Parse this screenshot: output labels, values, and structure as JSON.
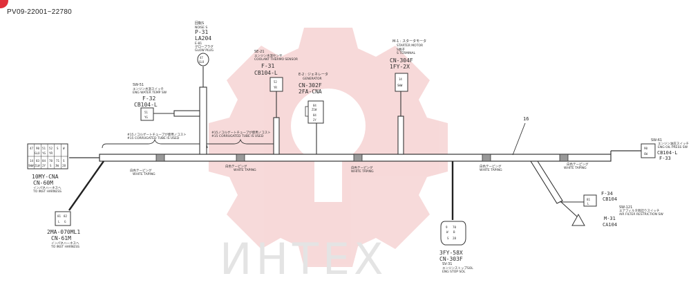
{
  "doc_id": "PV09-22001~22780",
  "colors": {
    "accent": "#e0303a",
    "wire": "#333333",
    "watermark_gear": "#f3d0d0"
  },
  "watermark": {
    "text": "ИНТЕХ",
    "icon": "gear-logo-icon"
  },
  "labels": {
    "noise": {
      "code": "回転S",
      "name": "NOISE S",
      "conn": "P-31",
      "part": "LA204",
      "sub_code": "E-81",
      "sub_jp": "グロープラグ",
      "sub_en": "GLOW PLUG",
      "pins": [
        "47",
        "GLO"
      ]
    },
    "coolant": {
      "code": "SE-21",
      "jp": "エンジン水温センサ",
      "en": "COOLANT THERMO SENSOR",
      "conn": "F-31",
      "part": "CB104-L",
      "pins": [
        "52",
        "YR"
      ]
    },
    "generator": {
      "code": "E-2 : ジェネレータ",
      "en": "GENERATOR",
      "conn": "CN-302F",
      "part": "2FA-CNA",
      "pins": [
        "84",
        "Z1W",
        "84",
        "2Y"
      ]
    },
    "starter": {
      "code": "M-1 : スタータモータ",
      "en": "STARTER MOTOR",
      "term_jp": "S端子",
      "term_en": "S TERMINAL",
      "conn": "CN-304F",
      "part": "1FY-2X",
      "pins": [
        "14",
        "SWW"
      ]
    },
    "water_temp_sw": {
      "code": "SW-51",
      "jp": "エンジン水温スイッチ",
      "en": "ENG WATER TEMP SW",
      "conn": "F-32",
      "part": "CB104-L",
      "pins": [
        "51",
        "YG"
      ]
    },
    "tube1": {
      "jp": "#15ノコルゲートチューブが使用ノコスト",
      "en": "#15 CORRUGATED TUBE IS USED"
    },
    "tube2": {
      "jp": "#15ノコルゲートチューブが使用ノコスト",
      "en": "#15 CORRUGATED TUBE IS USED"
    },
    "wire_no": "16",
    "main_conn": {
      "part": "10MY-CNA",
      "conn": "CN-60M",
      "jp": "インパネハーネスへ",
      "en": "TO INST HARNESS",
      "rows": [
        [
          "47",
          "90",
          "51",
          "52",
          "S",
          "W"
        ],
        [
          "",
          "GLO",
          "YG",
          "YR",
          "",
          ""
        ],
        [
          "14",
          "83",
          "84",
          "70",
          "71",
          "S"
        ],
        [
          "SWW",
          "ZLW",
          "2Y",
          "S",
          "3W",
          "28"
        ]
      ]
    },
    "sub_conn": {
      "part": "2MA-070ML1",
      "conn": "CN-61M",
      "jp": "インパネハーネスへ",
      "en": "TO INST HARNESS",
      "pins": [
        "81",
        "82",
        "L",
        "G"
      ]
    },
    "stop_sol": {
      "part": "3FY-58X",
      "conn": "CN-303F",
      "code": "SV-31",
      "jp": "エンジンストップSOL",
      "en": "ENG STOP SOL",
      "pins": [
        "9",
        "70",
        "W",
        "B",
        "S",
        "28"
      ]
    },
    "oil_press": {
      "code": "SW-61",
      "jp": "エンジン油圧スイッチ",
      "en": "ENG OIL PRESS SW",
      "conn": "CB104-L",
      "part": "F-33",
      "pins": [
        "90",
        "GW"
      ]
    },
    "air_filter": {
      "conn1": "F-34",
      "part1": "CB104",
      "code": "SW-121",
      "jp": "エアフィルタ目詰りスイッチ",
      "en": "AIR FILTER RESTRICTION SW",
      "conn2": "M-31",
      "part2": "CA104",
      "pins": [
        "81",
        "L"
      ]
    },
    "taping": [
      {
        "jp": "白色テーピング",
        "en": "WHITE TAPING"
      },
      {
        "jp": "白色テーピング",
        "en": "WHITE TAPING"
      },
      {
        "jp": "白色テーピング",
        "en": "WHITE TAPING"
      },
      {
        "jp": "白色テーピング",
        "en": "WHITE TAPING"
      },
      {
        "jp": "白色テーピング",
        "en": "WHITE TAPING"
      }
    ]
  }
}
